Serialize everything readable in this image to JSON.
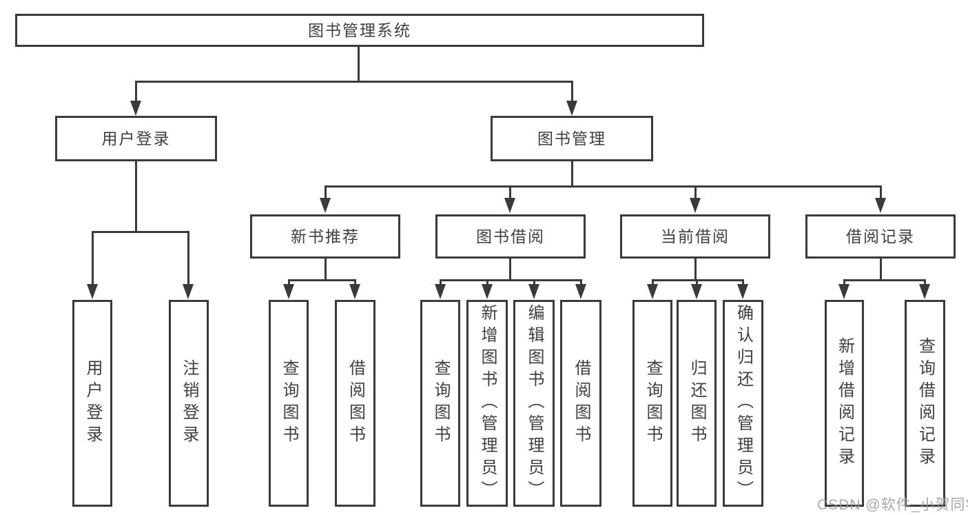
{
  "diagram": {
    "root": {
      "label": "图书管理系统"
    },
    "level2": {
      "user_login": "用户登录",
      "book_mgmt": "图书管理"
    },
    "level3": {
      "new_book_rec": "新书推荐",
      "book_borrow": "图书借阅",
      "current_borrow": "当前借阅",
      "borrow_records": "借阅记录"
    },
    "leaves": {
      "user_login_1": "用户登录",
      "user_login_2": "注销登录",
      "new_book_rec_1": "查询图书",
      "new_book_rec_2": "借阅图书",
      "book_borrow_1": "查询图书",
      "book_borrow_2": "新增图书（管理员）",
      "book_borrow_3": "编辑图书（管理员）",
      "book_borrow_4": "借阅图书",
      "current_borrow_1": "查询图书",
      "current_borrow_2": "归还图书",
      "current_borrow_3": "确认归还（管理员）",
      "borrow_records_1": "新增借阅记录",
      "borrow_records_2": "查询借阅记录"
    },
    "watermark": "CSDN @软件_小贺同学",
    "colors": {
      "line": "#3a3a3a",
      "text": "#3f3f3f",
      "watermark": "#989898"
    }
  }
}
